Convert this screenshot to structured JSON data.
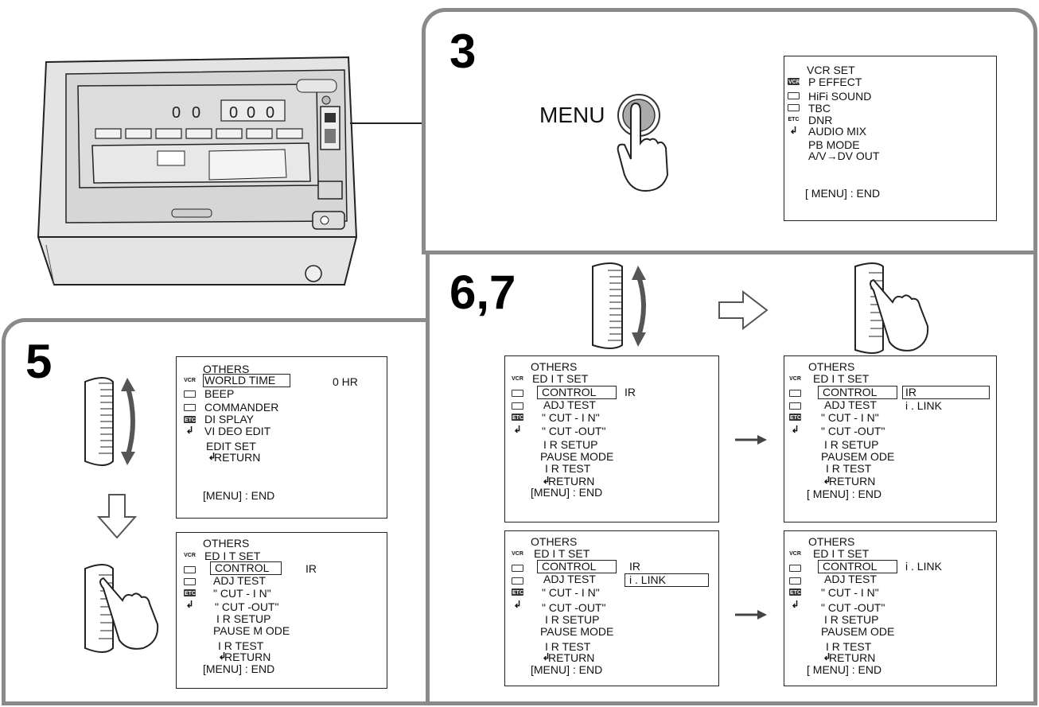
{
  "steps": {
    "s3": "3",
    "s5": "5",
    "s67": "6,7"
  },
  "menu_button_label": "MENU",
  "icons": {
    "vcr": "VCR",
    "etc": "ETC"
  },
  "vcr_menu": {
    "title": "VCR SET",
    "items": [
      "P EFFECT",
      "HiFi SOUND",
      "TBC",
      "DNR",
      "AUDIO MIX",
      "PB MODE",
      "A/V→DV OUT"
    ],
    "end": "[ MENU] : END"
  },
  "s5a": {
    "title": "OTHERS",
    "items": [
      "WORLD TIME",
      "BEEP",
      "COMMANDER",
      "DI SPLAY",
      "VI DEO EDIT",
      "EDIT SET",
      "RETURN"
    ],
    "value": "0  HR",
    "end": "[MENU] : END"
  },
  "s5b": {
    "title": "OTHERS",
    "items": [
      "ED I T SET",
      "CONTROL",
      "ADJ  TEST",
      "\" CUT - I N\"",
      "\" CUT -OUT\"",
      "I R SETUP",
      "PAUSE M ODE",
      "I R  TEST",
      "RETURN"
    ],
    "value": "IR",
    "end": "[MENU] : END"
  },
  "s67a": {
    "title": "OTHERS",
    "items": [
      "ED I T SET",
      "CONTROL",
      "ADJ  TEST",
      "\" CUT - I N\"",
      "\" CUT -OUT\"",
      "I R SETUP",
      "PAUSE MODE",
      "I R  TEST",
      "RETURN"
    ],
    "value": "IR",
    "end": "[MENU]  : END"
  },
  "s67b": {
    "title": "OTHERS",
    "items": [
      "ED I T SET",
      "CONTROL",
      "ADJ  TEST",
      "\" CUT - I N\"",
      "\" CUT -OUT\"",
      "I R SETUP",
      "PAUSEM ODE",
      "I R  TEST",
      "RETURN"
    ],
    "value": "IR",
    "option": "i . LINK",
    "end": "[ MENU] : END"
  },
  "s67c": {
    "title": "OTHERS",
    "items": [
      "ED I T SET",
      "CONTROL",
      "ADJ  TEST",
      "\" CUT - I N\"",
      "\" CUT -OUT\"",
      "I R SETUP",
      "PAUSE MODE",
      "I R  TEST",
      "RETURN"
    ],
    "value": "IR",
    "option": "i . LINK",
    "end": "[MENU]  : END"
  },
  "s67d": {
    "title": "OTHERS",
    "items": [
      "ED I T SET",
      "CONTROL",
      "ADJ  TEST",
      "\" CUT - I N\"",
      "\" CUT -OUT\"",
      "I R SETUP",
      "PAUSEM ODE",
      "I R  TEST",
      "RETURN"
    ],
    "value": "i . LINK",
    "end": "[ MENU] : END"
  }
}
